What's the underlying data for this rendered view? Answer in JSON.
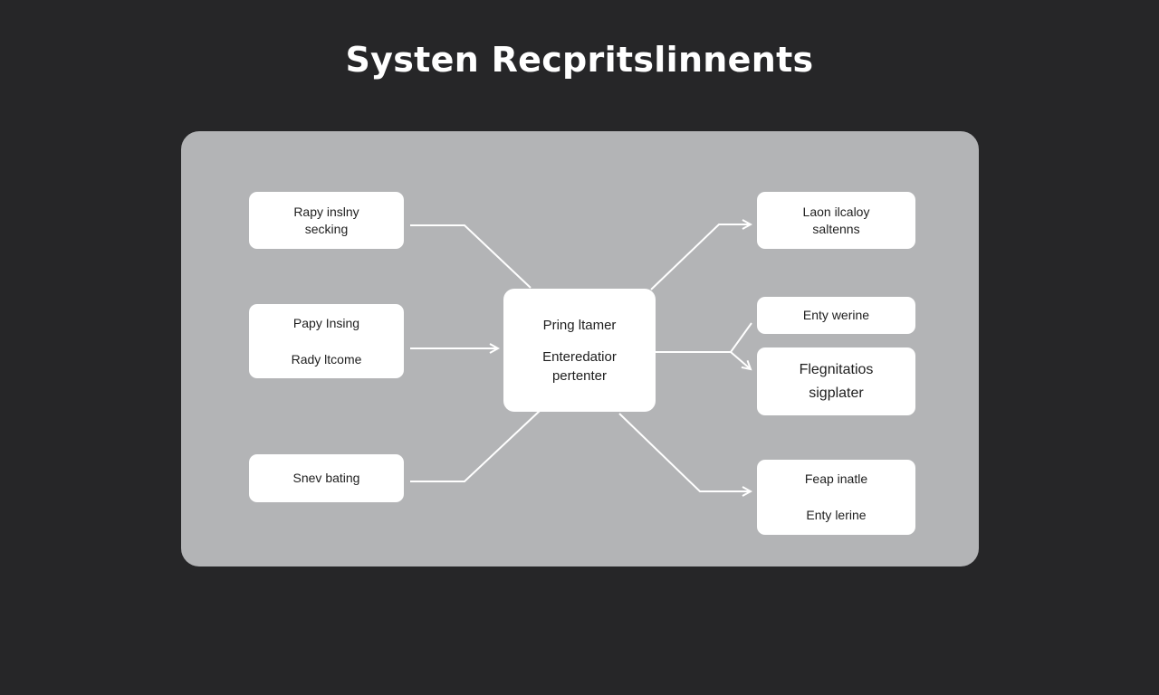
{
  "title": "Systen Recpritslinnents",
  "diagram": {
    "left_nodes": [
      {
        "lines": [
          "Rapy inslny",
          "secking"
        ]
      },
      {
        "lines": [
          "Papy Insing",
          "Rady ltcome"
        ]
      },
      {
        "lines": [
          "Snev bating"
        ]
      }
    ],
    "center_node": {
      "lines": [
        "Pring ltamer",
        "Enteredatior",
        "pertenter"
      ]
    },
    "right_nodes": [
      {
        "lines": [
          "Laon ilcaloy",
          "saltenns"
        ]
      },
      {
        "lines": [
          "Enty werine"
        ]
      },
      {
        "lines": [
          "Flegnitatios",
          "sigplater"
        ]
      },
      {
        "lines": [
          "Feap inatle",
          "Enty lerine"
        ]
      }
    ],
    "connectors": [
      {
        "from": "left-node-1",
        "to": "center-node",
        "arrow": false
      },
      {
        "from": "left-node-2",
        "to": "center-node",
        "arrow": true
      },
      {
        "from": "left-node-3",
        "to": "center-node",
        "arrow": false
      },
      {
        "from": "center-node",
        "to": "right-node-1",
        "arrow": true
      },
      {
        "from": "center-node",
        "to": "right-node-2",
        "arrow": false
      },
      {
        "from": "center-node",
        "to": "right-node-3",
        "arrow": true
      },
      {
        "from": "center-node",
        "to": "right-node-4",
        "arrow": true
      }
    ]
  },
  "colors": {
    "background": "#262628",
    "panel": "#b3b4b6",
    "node": "#ffffff",
    "connector": "#ffffff",
    "title": "#ffffff"
  }
}
